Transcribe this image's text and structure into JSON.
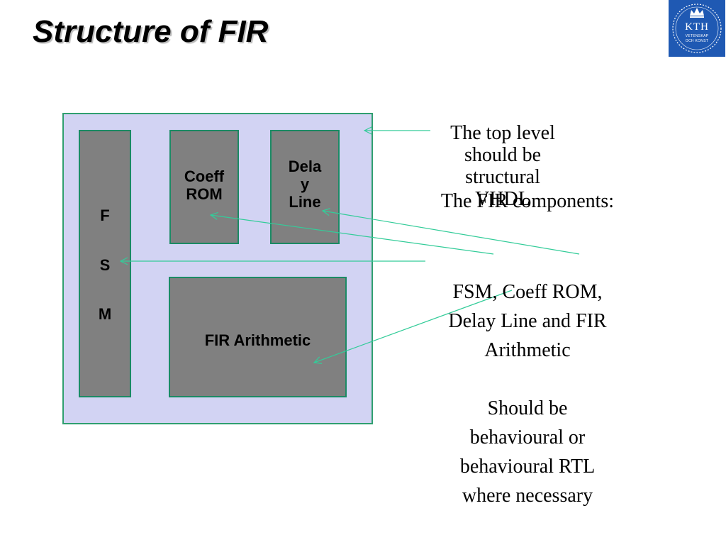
{
  "title": "Structure of FIR",
  "logo": {
    "text": "KTH",
    "subtitle_line1": "VETENSKAP",
    "subtitle_line2": "OCH KONST",
    "background": "#1f59b3"
  },
  "diagram": {
    "colors": {
      "container_fill": "#d2d3f3",
      "block_fill": "#808080",
      "border": "#1b8a64",
      "arrow": "#33cc99"
    },
    "blocks": {
      "fsm": [
        "F",
        "S",
        "M"
      ],
      "coeff_rom": "Coeff\nROM",
      "delay_line": "Dela\ny\nLine",
      "fir_arithmetic": "FIR Arithmetic"
    }
  },
  "annotations": {
    "top_level": "The top level\nshould be\nstructural\nVHDL",
    "components_heading": "The FIR components:",
    "components_list": "FSM, Coeff ROM,\nDelay Line and FIR\nArithmetic",
    "behaviour_note": "Should be\nbehavioural or\nbehavioural RTL\nwhere necessary"
  }
}
